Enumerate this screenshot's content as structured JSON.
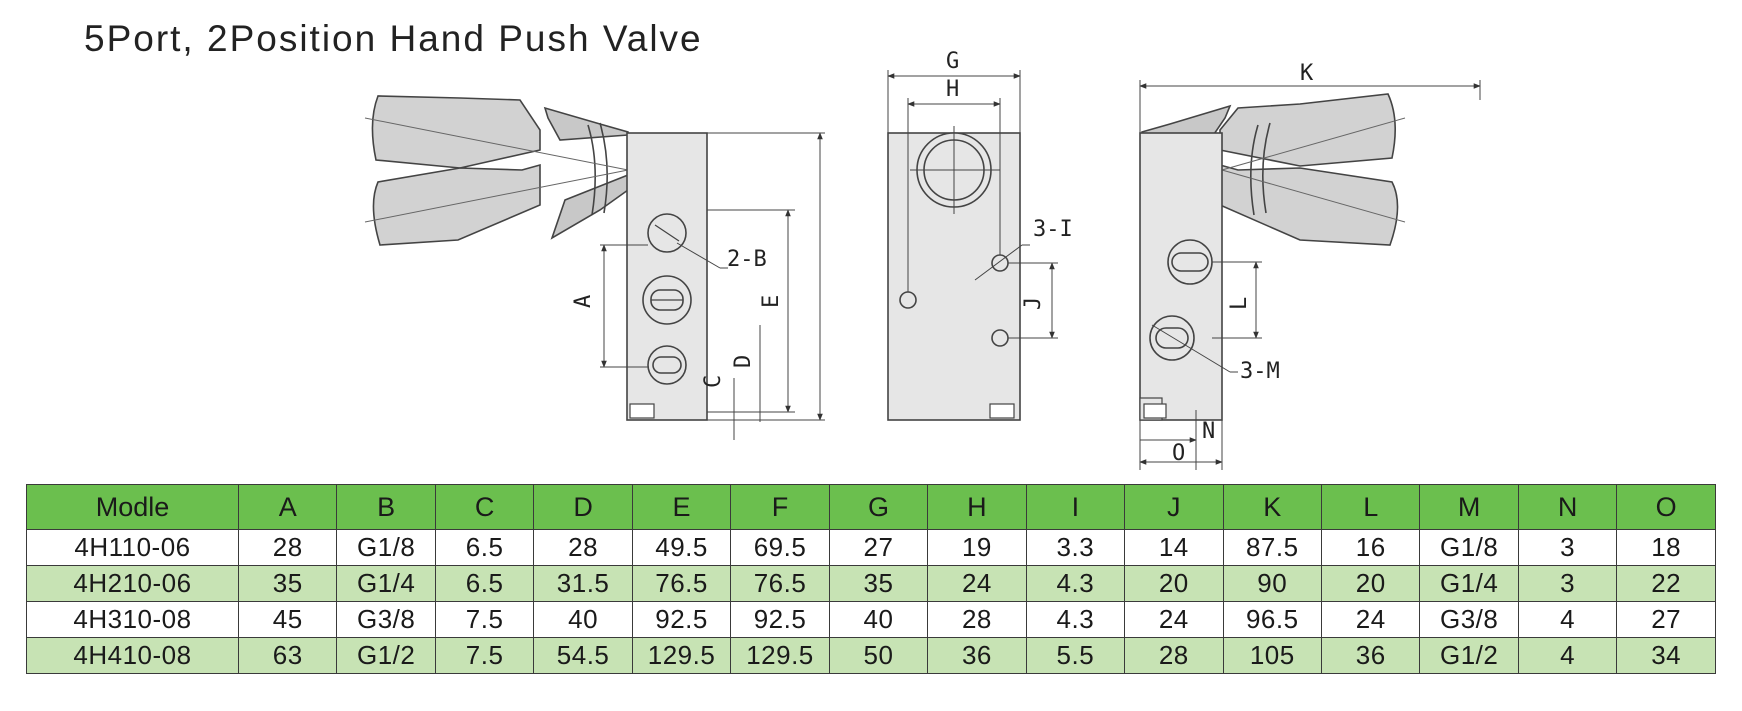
{
  "title": "5Port, 2Position Hand Push Valve",
  "drawing_labels": {
    "port_b": "2-B",
    "dim_a": "A",
    "dim_e": "E",
    "dim_c": "C",
    "dim_d": "D",
    "dim_g": "G",
    "dim_h": "H",
    "port_i": "3-I",
    "dim_j": "J",
    "dim_k": "K",
    "dim_l": "L",
    "port_m": "3-M",
    "dim_n": "N",
    "dim_o": "O"
  },
  "table": {
    "headers": [
      "Modle",
      "A",
      "B",
      "C",
      "D",
      "E",
      "F",
      "G",
      "H",
      "I",
      "J",
      "K",
      "L",
      "M",
      "N",
      "O"
    ],
    "rows": [
      [
        "4H110-06",
        "28",
        "G1/8",
        "6.5",
        "28",
        "49.5",
        "69.5",
        "27",
        "19",
        "3.3",
        "14",
        "87.5",
        "16",
        "G1/8",
        "3",
        "18"
      ],
      [
        "4H210-06",
        "35",
        "G1/4",
        "6.5",
        "31.5",
        "76.5",
        "76.5",
        "35",
        "24",
        "4.3",
        "20",
        "90",
        "20",
        "G1/4",
        "3",
        "22"
      ],
      [
        "4H310-08",
        "45",
        "G3/8",
        "7.5",
        "40",
        "92.5",
        "92.5",
        "40",
        "28",
        "4.3",
        "24",
        "96.5",
        "24",
        "G3/8",
        "4",
        "27"
      ],
      [
        "4H410-08",
        "63",
        "G1/2",
        "7.5",
        "54.5",
        "129.5",
        "129.5",
        "50",
        "36",
        "5.5",
        "28",
        "105",
        "36",
        "G1/2",
        "4",
        "34"
      ]
    ]
  },
  "colors": {
    "header_green": "#6bbf4e",
    "row_alt_green": "#c7e3b4",
    "body_fill": "#e6e6e6",
    "lever_fill": "#d2d2d2"
  }
}
